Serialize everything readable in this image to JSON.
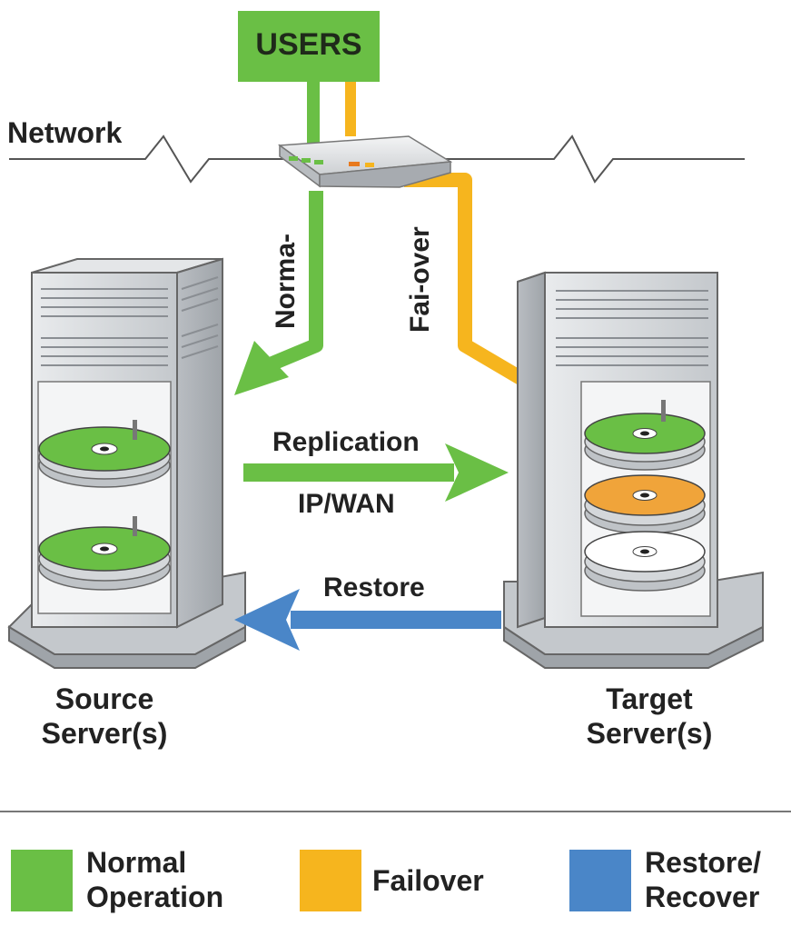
{
  "users": {
    "label": "USERS"
  },
  "network": {
    "label": "Network"
  },
  "paths": {
    "normal": "Norma-",
    "failover": "Fai-over"
  },
  "replication": {
    "label": "Replication",
    "sublabel": "IP/WAN"
  },
  "restore": {
    "label": "Restore"
  },
  "source": {
    "line1": "Source",
    "line2": "Server(s)"
  },
  "target": {
    "line1": "Target",
    "line2": "Server(s)"
  },
  "legend": {
    "normal": {
      "line1": "Normal",
      "line2": "Operation",
      "color": "#6abf45"
    },
    "failover": {
      "line1": "Failover",
      "color": "#f6b51e"
    },
    "restore": {
      "line1": "Restore/",
      "line2": "Recover",
      "color": "#4a86c8"
    }
  },
  "colors": {
    "green": "#6abf45",
    "orange": "#f6b51e",
    "blue": "#4a86c8",
    "server": "#cfd2d6"
  }
}
